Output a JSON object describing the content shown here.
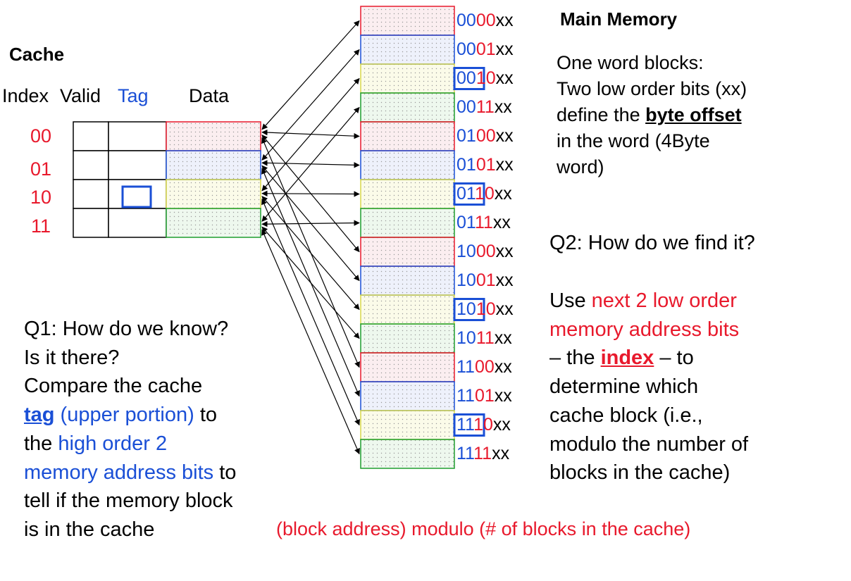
{
  "cache": {
    "title": "Cache",
    "headers": {
      "index": "Index",
      "valid": "Valid",
      "tag": "Tag",
      "data": "Data"
    },
    "indices": [
      "00",
      "01",
      "10",
      "11"
    ],
    "highlighted_tag_row": 2
  },
  "memory": {
    "title": "Main Memory",
    "addresses": [
      {
        "hi": "00",
        "lo": "00",
        "suffix": "xx"
      },
      {
        "hi": "00",
        "lo": "01",
        "suffix": "xx"
      },
      {
        "hi": "00",
        "lo": "10",
        "suffix": "xx"
      },
      {
        "hi": "00",
        "lo": "11",
        "suffix": "xx"
      },
      {
        "hi": "01",
        "lo": "00",
        "suffix": "xx"
      },
      {
        "hi": "01",
        "lo": "01",
        "suffix": "xx"
      },
      {
        "hi": "01",
        "lo": "10",
        "suffix": "xx"
      },
      {
        "hi": "01",
        "lo": "11",
        "suffix": "xx"
      },
      {
        "hi": "10",
        "lo": "00",
        "suffix": "xx"
      },
      {
        "hi": "10",
        "lo": "01",
        "suffix": "xx"
      },
      {
        "hi": "10",
        "lo": "10",
        "suffix": "xx"
      },
      {
        "hi": "10",
        "lo": "11",
        "suffix": "xx"
      },
      {
        "hi": "11",
        "lo": "00",
        "suffix": "xx"
      },
      {
        "hi": "11",
        "lo": "01",
        "suffix": "xx"
      },
      {
        "hi": "11",
        "lo": "10",
        "suffix": "xx"
      },
      {
        "hi": "11",
        "lo": "11",
        "suffix": "xx"
      }
    ],
    "boxed_rows": [
      2,
      6,
      10,
      14
    ]
  },
  "colors": {
    "row_borders": [
      "#e8192c",
      "#1a4fd6",
      "#d8d84a",
      "#1f9e2e"
    ],
    "row_fills": [
      "#fbeef0",
      "#eef1fb",
      "#fbfbe9",
      "#eef8ee"
    ],
    "red": "#e8192c",
    "blue": "#1a4fd6"
  },
  "text": {
    "word_blocks": {
      "l1": "One word blocks:",
      "l2": "Two low order bits (xx)",
      "l3a": "define the ",
      "l3b": "byte offset",
      "l4": "in the word (4Byte",
      "l5": "word)"
    },
    "q2": {
      "question": "Q2: How do we find it?",
      "l1a": "Use ",
      "l1b": "next 2 low order",
      "l2": "memory address bits",
      "l3a": "– the ",
      "l3b": "index",
      "l3c": " – to",
      "l4": "determine which",
      "l5": "cache block (i.e.,",
      "l6": "modulo the number of",
      "l7": "blocks in the cache)"
    },
    "q1": {
      "l1": "Q1: How do we know?",
      "l2": "Is it there?",
      "l3": "Compare the cache",
      "l4a": "tag",
      "l4b": " (upper portion)",
      "l4c": " to",
      "l5a": "the ",
      "l5b": "high order 2",
      "l6a": "memory address bits",
      "l6b": " to",
      "l7": "tell if the memory block",
      "l8": "is in the cache"
    },
    "formula": "(block address) modulo (# of blocks in the cache)"
  }
}
